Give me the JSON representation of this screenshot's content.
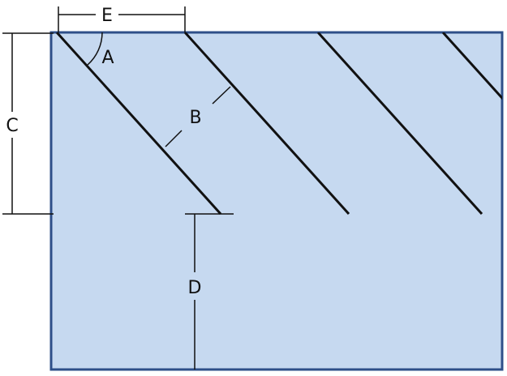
{
  "colors": {
    "panel_fill": "#c6d9f0",
    "panel_border": "#2e4f89",
    "line": "#111111",
    "dimension": "#111111",
    "background": "#ffffff"
  },
  "labels": {
    "angle": "A",
    "spacing": "B",
    "vertical_length": "C",
    "bottom_clearance": "D",
    "horizontal_offset": "E"
  }
}
